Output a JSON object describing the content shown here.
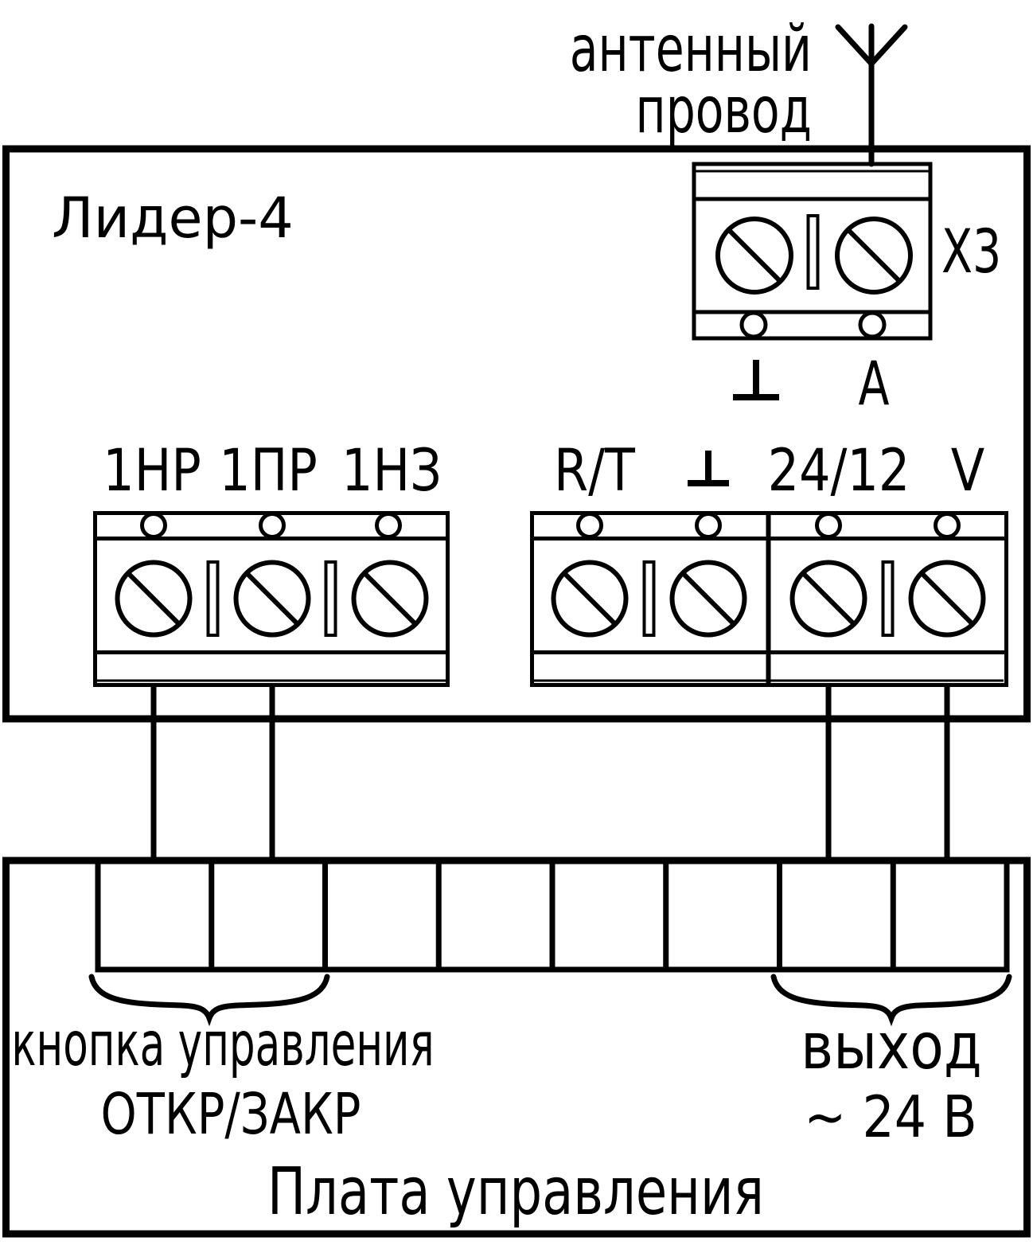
{
  "title": "Лидер-4",
  "antenna": {
    "label_line1": "антенный",
    "label_line2": "провод"
  },
  "x3_block": {
    "label": "X3",
    "terminal_ground": "⊥",
    "terminal_antenna": "A"
  },
  "relay_block": {
    "terminals": [
      "1НР",
      "1ПР",
      "1НЗ"
    ]
  },
  "power_block": {
    "terminals": [
      "R/T",
      "⊥",
      "24/12",
      "V"
    ]
  },
  "control_board": {
    "label": "Плата управления",
    "cells": 8,
    "button_group": {
      "line1": "кнопка управления",
      "line2": "ОТКР/ЗАКР"
    },
    "output_group": {
      "line1": "выход",
      "line2": "~ 24 В"
    }
  },
  "colors": {
    "line": "#000000",
    "background": "#ffffff"
  }
}
